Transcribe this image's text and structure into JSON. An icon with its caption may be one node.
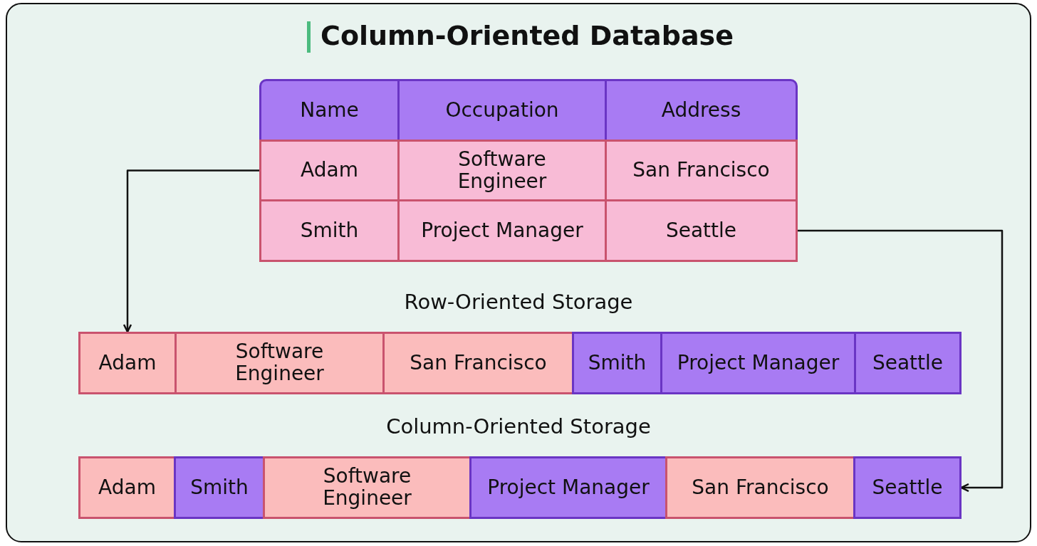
{
  "diagram": {
    "title": "Column-Oriented Database",
    "nodes": [
      {
        "text": [
          "Name"
        ]
      },
      {
        "text": [
          "Occupation"
        ]
      },
      {
        "text": [
          "Address"
        ]
      },
      {
        "text": [
          "Adam"
        ]
      },
      {
        "text": [
          "Software Engineer"
        ]
      },
      {
        "text": [
          "San Francisco"
        ]
      },
      {
        "text": [
          "Smith"
        ]
      },
      {
        "text": [
          "Project Manager"
        ]
      },
      {
        "text": [
          "Seattle"
        ]
      },
      {
        "text": [
          "Adam"
        ]
      },
      {
        "text": [
          "Software Engineer"
        ]
      },
      {
        "text": [
          "San Francisco"
        ]
      },
      {
        "text": [
          "Smith"
        ]
      },
      {
        "text": [
          "Project Manager"
        ]
      },
      {
        "text": [
          "Seattle"
        ]
      },
      {
        "text": [
          "Adam"
        ]
      },
      {
        "text": [
          "Smith"
        ]
      },
      {
        "text": [
          "Software Engineer"
        ]
      },
      {
        "text": [
          "Project Manager"
        ]
      },
      {
        "text": [
          "San Francisco"
        ]
      },
      {
        "text": [
          "Seattle"
        ]
      }
    ],
    "edges": [
      {
        "from": 3,
        "to": 9,
        "arrow": "to"
      },
      {
        "from": 8,
        "to": 20,
        "arrow": "to"
      }
    ],
    "labels": [
      "Row-Oriented Storage",
      "Column-Oriented Storage"
    ]
  }
}
